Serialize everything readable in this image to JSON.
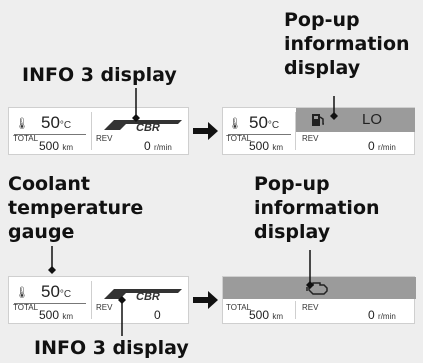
{
  "callouts": {
    "info3_top": "INFO 3 display",
    "popup_top": "Pop-up\ninformation\ndisplay",
    "coolant": "Coolant\ntemperature\ngauge",
    "popup_bottom": "Pop-up\ninformation\ndisplay",
    "info3_bottom": "INFO 3 display"
  },
  "panel_normal": {
    "coolant_value": "50",
    "coolant_unit": "°C",
    "total_label": "TOTAL",
    "total_value": "500",
    "total_unit": "km",
    "rev_label": "REV",
    "rev_value": "0",
    "rev_unit": "r/min",
    "logo": "CBR"
  },
  "panel_fuel": {
    "coolant_value": "50",
    "coolant_unit": "°C",
    "total_label": "TOTAL",
    "total_value": "500",
    "total_unit": "km",
    "rev_label": "REV",
    "rev_value": "0",
    "rev_unit": "r/min",
    "fuel_level": "LO",
    "icon": "fuel-pump-icon"
  },
  "panel_normal_bottom": {
    "coolant_value": "50",
    "coolant_unit": "°C",
    "total_label": "TOTAL",
    "total_value": "500",
    "total_unit": "km",
    "rev_label": "REV",
    "rev_value": "0",
    "logo": "CBR"
  },
  "panel_engine": {
    "total_label": "TOTAL",
    "total_value": "500",
    "total_unit": "km",
    "rev_label": "REV",
    "rev_value": "0",
    "rev_unit": "r/min",
    "icon": "check-engine-icon"
  },
  "colors": {
    "popup_bg": "#9b9b9b",
    "text": "#111111"
  }
}
